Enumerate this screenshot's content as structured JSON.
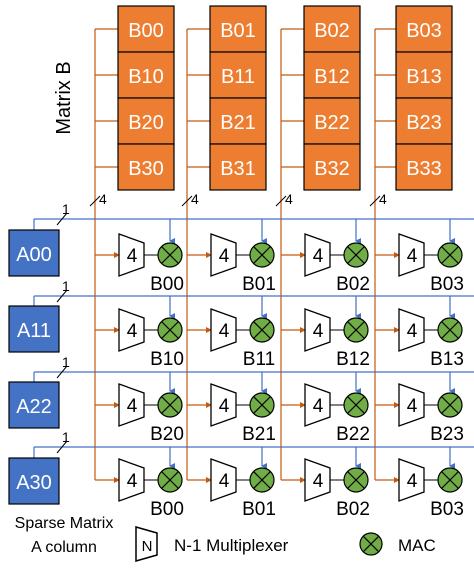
{
  "matrix_b": {
    "label": "Matrix B",
    "columns": [
      [
        "B00",
        "B10",
        "B20",
        "B30"
      ],
      [
        "B01",
        "B11",
        "B21",
        "B31"
      ],
      [
        "B02",
        "B12",
        "B22",
        "B32"
      ],
      [
        "B03",
        "B13",
        "B23",
        "B33"
      ]
    ],
    "bus_width_label": "4"
  },
  "matrix_a": {
    "rows": [
      "A00",
      "A11",
      "A22",
      "A30"
    ],
    "bus_width_label": "1"
  },
  "processing_elements": {
    "mux_label": "4",
    "output_labels": [
      [
        "B00",
        "B01",
        "B02",
        "B03"
      ],
      [
        "B10",
        "B11",
        "B12",
        "B13"
      ],
      [
        "B20",
        "B21",
        "B22",
        "B23"
      ],
      [
        "B00",
        "B01",
        "B02",
        "B03"
      ]
    ]
  },
  "legend": {
    "sparse_line1": "Sparse Matrix",
    "sparse_line2": "A column",
    "mux_symbol": "N",
    "mux_text": "N-1 Multiplexer",
    "mac_text": "MAC"
  },
  "colors": {
    "b_cell": "#ED7D31",
    "a_cell": "#4472C4",
    "mac": "#70AD47",
    "b_wire": "#C55A11",
    "a_wire": "#4472C4",
    "outline": "#000000"
  }
}
